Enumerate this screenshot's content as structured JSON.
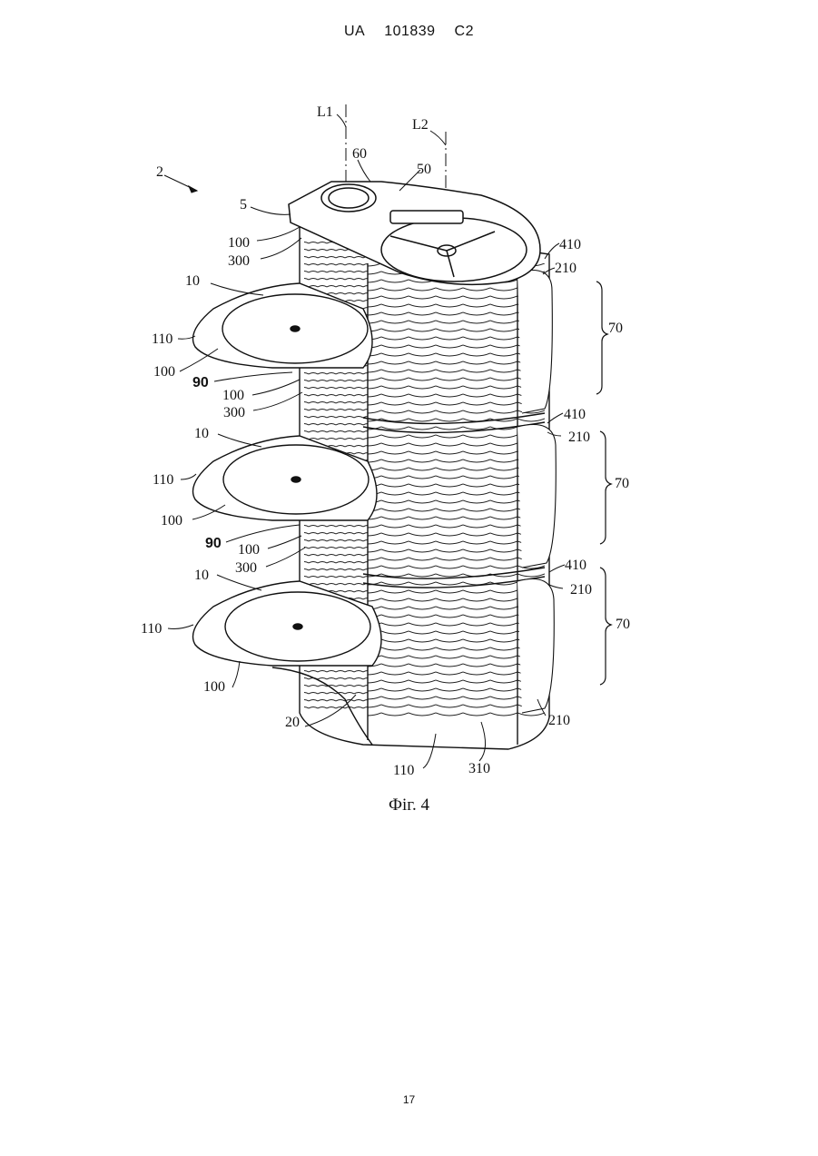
{
  "header": {
    "country": "UA",
    "number": "101839",
    "kind": "C2"
  },
  "figure": {
    "caption": "Фiг. 4",
    "labels": {
      "l1": "L1",
      "l2": "L2",
      "n2": "2",
      "n5": "5",
      "n60": "60",
      "n50": "50",
      "n410a": "410",
      "n210a": "210",
      "n70a": "70",
      "n100a": "100",
      "n300a": "300",
      "n10a": "10",
      "n110a": "110",
      "n100b": "100",
      "n90a": "90",
      "n100c": "100",
      "n300b": "300",
      "n410b": "410",
      "n210b": "210",
      "n70b": "70",
      "n10b": "10",
      "n110b": "110",
      "n100d": "100",
      "n90b": "90",
      "n100e": "100",
      "n300c": "300",
      "n410c": "410",
      "n210c": "210",
      "n70c": "70",
      "n10c": "10",
      "n110c": "110",
      "n100f": "100",
      "n20": "20",
      "n210d": "210",
      "n110d": "110",
      "n310": "310"
    }
  },
  "page_number": "17"
}
